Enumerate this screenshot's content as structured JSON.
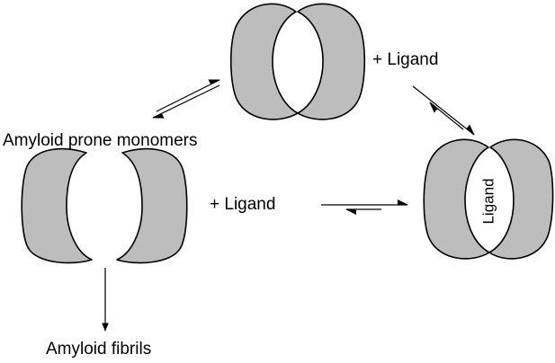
{
  "labels": {
    "monomers": "Amyloid prone monomers",
    "ligand_top": "+ Ligand",
    "ligand_middle": "+ Ligand",
    "fibrils": "Amyloid fibrils",
    "bound_ligand": "Ligand"
  },
  "colors": {
    "protein_fill": "#bdbdbd",
    "outline": "#000000",
    "background": "#ffffff"
  }
}
